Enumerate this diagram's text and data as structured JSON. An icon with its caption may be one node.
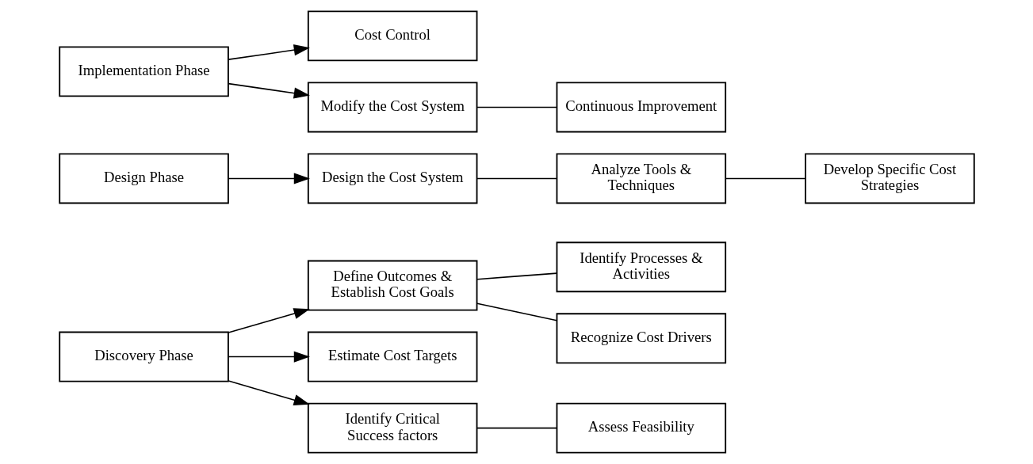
{
  "diagram": {
    "nodes": [
      {
        "text": [
          "Discovery Phase"
        ]
      },
      {
        "text": [
          "Define Outcomes & Establish Cost Goals"
        ]
      },
      {
        "text": [
          "Identify Processes & Activities"
        ]
      },
      {
        "text": [
          "Recognize Cost Drivers"
        ]
      },
      {
        "text": [
          "Estimate Cost Targets"
        ]
      },
      {
        "text": [
          "Identify Critical Success factors"
        ]
      },
      {
        "text": [
          "Assess Feasibility"
        ]
      },
      {
        "text": [
          "Design Phase"
        ]
      },
      {
        "text": [
          "Design the Cost System"
        ]
      },
      {
        "text": [
          "Analyze Tools & Techniques"
        ]
      },
      {
        "text": [
          "Develop Specific Cost Strategies"
        ]
      },
      {
        "text": [
          "Implementation Phase"
        ]
      },
      {
        "text": [
          "Cost Control"
        ]
      },
      {
        "text": [
          "Modify the Cost System"
        ]
      },
      {
        "text": [
          "Continuous Improvement"
        ]
      }
    ],
    "edges": [
      {
        "from": 0,
        "to": 1,
        "arrow": "to"
      },
      {
        "from": 0,
        "to": 4,
        "arrow": "to"
      },
      {
        "from": 0,
        "to": 5,
        "arrow": "to"
      },
      {
        "from": 1,
        "to": 2,
        "arrow": "none"
      },
      {
        "from": 1,
        "to": 3,
        "arrow": "none"
      },
      {
        "from": 5,
        "to": 6,
        "arrow": "none"
      },
      {
        "from": 7,
        "to": 8,
        "arrow": "to"
      },
      {
        "from": 8,
        "to": 9,
        "arrow": "none"
      },
      {
        "from": 9,
        "to": 10,
        "arrow": "none"
      },
      {
        "from": 11,
        "to": 12,
        "arrow": "to"
      },
      {
        "from": 11,
        "to": 13,
        "arrow": "to"
      },
      {
        "from": 13,
        "to": 14,
        "arrow": "none"
      }
    ]
  }
}
